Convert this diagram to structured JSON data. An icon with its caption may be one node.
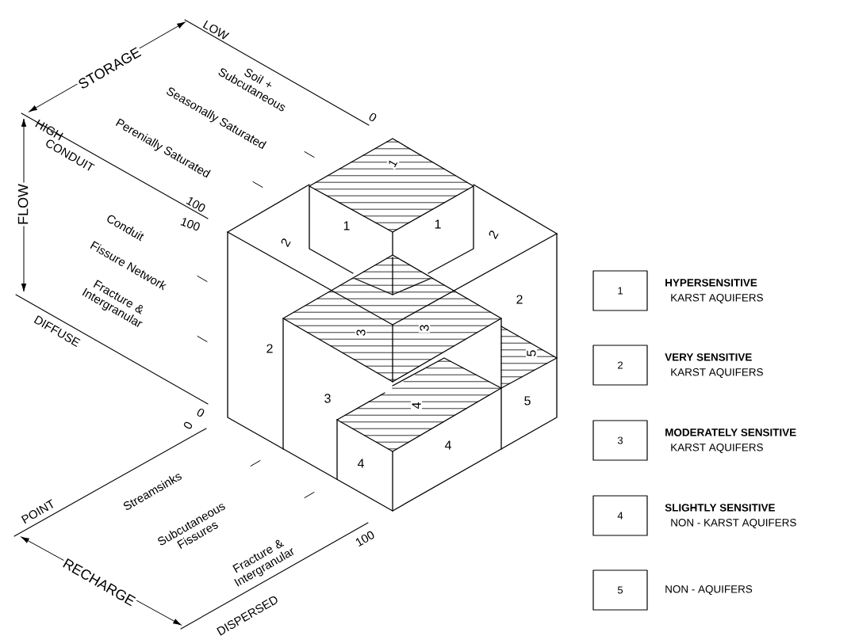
{
  "diagram": {
    "nodes": [
      {
        "text": [
          "1"
        ],
        "beside": [
          "HYPERSENSITIVE",
          "KARST AQUIFERS"
        ]
      },
      {
        "text": [
          "2"
        ],
        "beside": [
          "VERY SENSITIVE",
          "KARST AQUIFERS"
        ]
      },
      {
        "text": [
          "3"
        ],
        "beside": [
          "MODERATELY SENSITIVE",
          "KARST AQUIFERS"
        ]
      },
      {
        "text": [
          "4"
        ],
        "beside": [
          "SLIGHTLY SENSITIVE",
          "NON - KARST AQUIFERS"
        ]
      },
      {
        "text": [
          "5"
        ],
        "beside": [
          "NON - AQUIFERS"
        ]
      }
    ],
    "labels": [
      "LOW",
      "STORAGE",
      "Soil + Subcutaneous",
      "0",
      "Seasonally Saturated",
      "HIGH",
      "Perenially Saturated",
      "CONDUIT",
      "100",
      "FLOW",
      "Conduit",
      "100",
      "Fissure Network",
      "Fracture & Intergranular",
      "DIFFUSE",
      "0",
      "0",
      "Streamsinks",
      "POINT",
      "Subcutaneous Fissures",
      "Fracture & Intergranular",
      "100",
      "RECHARGE",
      "DISPERSED",
      "1",
      "1",
      "1",
      "2",
      "2",
      "2",
      "3",
      "3",
      "2",
      "5",
      "4",
      "3",
      "5",
      "4",
      "4"
    ]
  }
}
